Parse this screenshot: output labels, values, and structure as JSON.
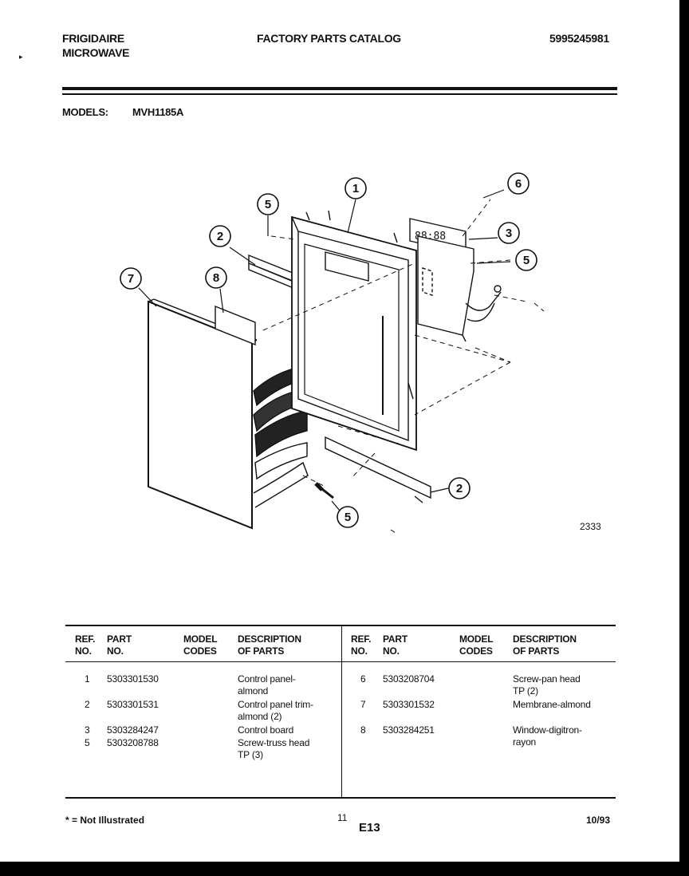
{
  "header": {
    "brand": "FRIGIDAIRE",
    "product": "MICROWAVE",
    "catalog_title": "FACTORY PARTS CATALOG",
    "catalog_number": "5995245981"
  },
  "models": {
    "label": "MODELS:",
    "value": "MVH1185A"
  },
  "diagram": {
    "callouts": [
      "1",
      "2",
      "3",
      "5",
      "6",
      "7",
      "8"
    ],
    "figure_number": "2333"
  },
  "parts_table": {
    "columns": [
      "REF. NO.",
      "PART NO.",
      "MODEL CODES",
      "DESCRIPTION OF PARTS"
    ],
    "col_labels": {
      "ref_a": "REF.",
      "ref_b": "NO.",
      "part_a": "PART",
      "part_b": "NO.",
      "model_a": "MODEL",
      "model_b": "CODES",
      "desc_a": "DESCRIPTION",
      "desc_b": "OF PARTS"
    },
    "left": [
      {
        "ref": "1",
        "part": "5303301530",
        "codes": "",
        "desc1": "Control panel-",
        "desc2": "almond"
      },
      {
        "ref": "2",
        "part": "5303301531",
        "codes": "",
        "desc1": "Control panel trim-",
        "desc2": "almond (2)"
      },
      {
        "ref": "3",
        "part": "5303284247",
        "codes": "",
        "desc1": "Control board",
        "desc2": ""
      },
      {
        "ref": "5",
        "part": "5303208788",
        "codes": "",
        "desc1": "Screw-truss head",
        "desc2": "TP (3)"
      }
    ],
    "right": [
      {
        "ref": "6",
        "part": "5303208704",
        "codes": "",
        "desc1": "Screw-pan head",
        "desc2": "TP (2)"
      },
      {
        "ref": "7",
        "part": "5303301532",
        "codes": "",
        "desc1": "Membrane-almond",
        "desc2": ""
      },
      {
        "ref": "8",
        "part": "5303284251",
        "codes": "",
        "desc1": "Window-digitron-",
        "desc2": "rayon"
      }
    ]
  },
  "footer": {
    "note": "* = Not Illustrated",
    "page_number": "11",
    "section": "E13",
    "date": "10/93"
  }
}
